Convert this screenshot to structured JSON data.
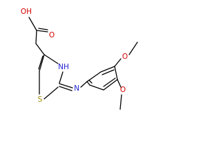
{
  "structure": {
    "atoms": {
      "hydroxyl_oxygen": {
        "label": "OH",
        "color": "#d40000"
      },
      "carbonyl_oxygen": {
        "label": "O",
        "color": "#d40000"
      },
      "ring_nitrogen": {
        "label": "NH",
        "color": "#1f1fd4"
      },
      "ring_sulfur": {
        "label": "S",
        "color": "#9a8a00"
      },
      "imine_nitrogen": {
        "label": "N",
        "color": "#1f1fd4"
      },
      "methoxy_oxygen_top": {
        "label": "O",
        "color": "#d40000"
      },
      "methoxy_oxygen_bottom": {
        "label": "O",
        "color": "#d40000"
      }
    },
    "bond_color": "#000000"
  }
}
